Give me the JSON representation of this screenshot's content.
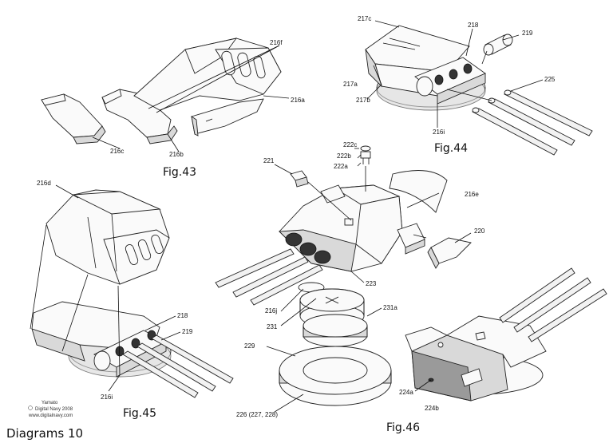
{
  "figures": {
    "fig43": "Fig.43",
    "fig44": "Fig.44",
    "fig45": "Fig.45",
    "fig46": "Fig.46"
  },
  "labels": {
    "l216f": "216f",
    "l216a": "216a",
    "l216c": "216c",
    "l216b": "216b",
    "l217c": "217c",
    "l218_44": "218",
    "l219_44": "219",
    "l217a": "217a",
    "l217b": "217b",
    "l225": "225",
    "l216i_44": "216i",
    "l222c": "222c",
    "l222b": "222b",
    "l222a": "222a",
    "l221": "221",
    "l216e": "216e",
    "l220": "220",
    "l223": "223",
    "l216j": "216j",
    "l231": "231",
    "l231a": "231a",
    "l229": "229",
    "l226": "226 (227, 228)",
    "l224a": "224a",
    "l224b": "224b",
    "l216d": "216d",
    "l218_45": "218",
    "l219_45": "219",
    "l216i_45": "216i"
  },
  "credit": {
    "line1": "Yamato",
    "line2": "Digital Navy 2008",
    "line3": "www.digitalnavy.com"
  },
  "page_title": "Diagrams 10"
}
